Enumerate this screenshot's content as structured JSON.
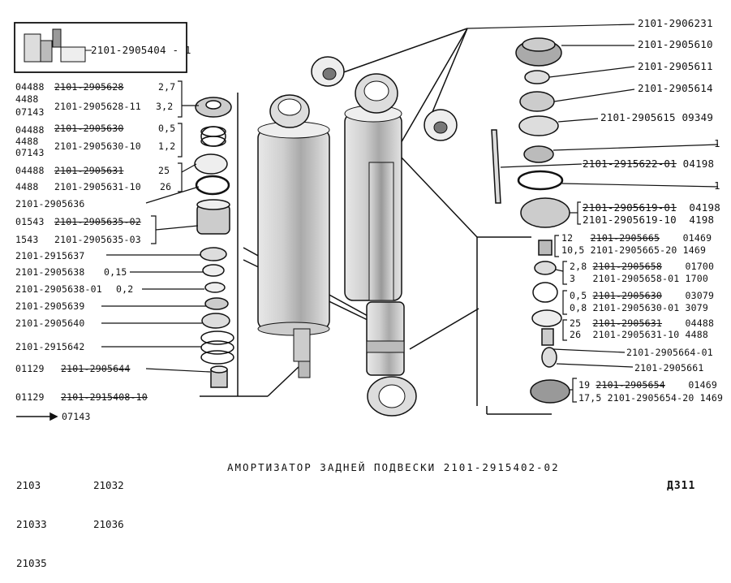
{
  "kit_box": {
    "part": "2101-2905404",
    "mark": "1"
  },
  "left_callouts": [
    {
      "id": "l1",
      "code": "04488",
      "part": "2101-2905628",
      "size": "2,7",
      "struck": true
    },
    {
      "id": "l2",
      "code": "4488",
      "part": "",
      "size": "",
      "struck": false
    },
    {
      "id": "l3",
      "code": "07143",
      "part": "2101-2905628-11",
      "size": "3,2",
      "struck": false
    },
    {
      "id": "l4",
      "code": "04488",
      "part": "2101-2905630",
      "size": "0,5",
      "struck": true
    },
    {
      "id": "l5",
      "code": "4488",
      "part": "",
      "size": "",
      "struck": false
    },
    {
      "id": "l6",
      "code": "07143",
      "part": "2101-2905630-10",
      "size": "1,2",
      "struck": false
    },
    {
      "id": "l7",
      "code": "04488",
      "part": "2101-2905631",
      "size": "25",
      "struck": true
    },
    {
      "id": "l8",
      "code": "4488",
      "part": "2101-2905631-10",
      "size": "26",
      "struck": false
    },
    {
      "id": "l9",
      "code": "",
      "part": "2101-2905636",
      "size": "",
      "struck": false
    },
    {
      "id": "l10",
      "code": "01543",
      "part": "2101-2905635-02",
      "size": "",
      "struck": true
    },
    {
      "id": "l11",
      "code": "1543",
      "part": "2101-2905635-03",
      "size": "",
      "struck": false
    },
    {
      "id": "l12",
      "code": "",
      "part": "2101-2915637",
      "size": "",
      "struck": false
    },
    {
      "id": "l13",
      "code": "",
      "part": "2101-2905638",
      "size": "0,15",
      "struck": false
    },
    {
      "id": "l14",
      "code": "",
      "part": "2101-2905638-01",
      "size": "0,2",
      "struck": false
    },
    {
      "id": "l15",
      "code": "",
      "part": "2101-2905639",
      "size": "",
      "struck": false
    },
    {
      "id": "l16",
      "code": "",
      "part": "2101-2905640",
      "size": "",
      "struck": false
    },
    {
      "id": "l17",
      "code": "",
      "part": "2101-2915642",
      "size": "",
      "struck": false
    },
    {
      "id": "l18",
      "code": "01129",
      "part": "2101-2905644",
      "size": "",
      "struck": true
    },
    {
      "id": "l19",
      "code": "01129",
      "part": "2101-2915408-10",
      "size": "",
      "struck": true
    }
  ],
  "legend_arrow_code": "07143",
  "right_callouts": [
    {
      "id": "r1",
      "size": "",
      "part": "2101-2906231",
      "code": "",
      "struck": false
    },
    {
      "id": "r2",
      "size": "",
      "part": "2101-2905610",
      "code": "",
      "struck": false
    },
    {
      "id": "r3",
      "size": "",
      "part": "2101-2905611",
      "code": "",
      "struck": false
    },
    {
      "id": "r4",
      "size": "",
      "part": "2101-2905614",
      "code": "",
      "struck": false
    },
    {
      "id": "r5",
      "size": "",
      "part": "2101-2905615",
      "code": "09349",
      "struck": false
    },
    {
      "id": "r6",
      "size": "",
      "part": "",
      "code": "1",
      "struck": false
    },
    {
      "id": "r7",
      "size": "",
      "part": "2101-2915622-01",
      "code": "04198",
      "struck": true
    },
    {
      "id": "r8",
      "size": "",
      "part": "",
      "code": "1",
      "struck": false
    },
    {
      "id": "r9",
      "size": "",
      "part": "2101-2905619-01",
      "code": "04198",
      "struck": true
    },
    {
      "id": "r10",
      "size": "",
      "part": "2101-2905619-10",
      "code": "4198",
      "struck": false
    },
    {
      "id": "r11",
      "size": "12",
      "part": "2101-2905665",
      "code": "01469",
      "struck": true
    },
    {
      "id": "r12",
      "size": "10,5",
      "part": "2101-2905665-20",
      "code": "1469",
      "struck": false
    },
    {
      "id": "r13",
      "size": "2,8",
      "part": "2101-2905658",
      "code": "01700",
      "struck": true
    },
    {
      "id": "r14",
      "size": "3",
      "part": "2101-2905658-01",
      "code": "1700",
      "struck": false
    },
    {
      "id": "r15",
      "size": "0,5",
      "part": "2101-2905630",
      "code": "03079",
      "struck": true
    },
    {
      "id": "r16",
      "size": "0,8",
      "part": "2101-2905630-01",
      "code": "3079",
      "struck": false
    },
    {
      "id": "r17",
      "size": "25",
      "part": "2101-2905631",
      "code": "04488",
      "struck": true
    },
    {
      "id": "r18",
      "size": "26",
      "part": "2101-2905631-10",
      "code": "4488",
      "struck": false
    },
    {
      "id": "r19",
      "size": "",
      "part": "2101-2905664-01",
      "code": "",
      "struck": false
    },
    {
      "id": "r20",
      "size": "",
      "part": "2101-2905661",
      "code": "",
      "struck": false
    },
    {
      "id": "r21",
      "size": "19",
      "part": "2101-2905654",
      "code": "01469",
      "struck": true
    },
    {
      "id": "r22",
      "size": "17,5",
      "part": "2101-2905654-20",
      "code": "1469",
      "struck": false
    }
  ],
  "models": {
    "col1": [
      "2103",
      "21033",
      "21035"
    ],
    "col2": [
      "21032",
      "21036"
    ]
  },
  "title": "АМОРТИЗАТОР ЗАДНЕЙ ПОДВЕСКИ 2101-2915402-02",
  "page_no": "Д311"
}
